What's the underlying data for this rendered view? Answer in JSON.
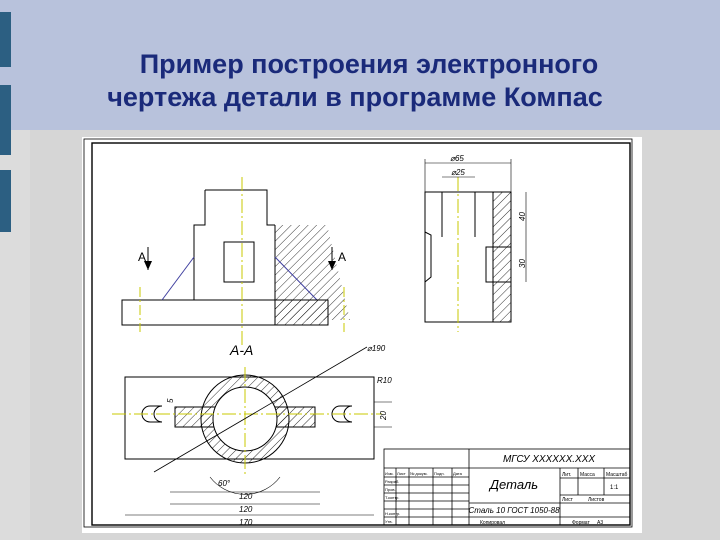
{
  "slide": {
    "title_line1": "Пример построения электронного",
    "title_line2": "чертежа детали в программе Компас"
  },
  "drawing": {
    "section_label": "А-А",
    "section_marker_left": "А",
    "section_marker_right": "А",
    "dim_d65": "⌀65",
    "dim_d25": "⌀25",
    "dim_40": "40",
    "dim_30": "30",
    "dim_d190": "⌀190",
    "dim_r10": "R10",
    "dim_5": "5",
    "dim_20": "20",
    "dim_60deg": "60°",
    "dim_120a": "120",
    "dim_120b": "120",
    "dim_170": "170",
    "stamp": {
      "doc_code": "МГСУ ХХХХХХ.ХХХ",
      "part_name": "Деталь",
      "material": "Сталь 10  ГОСТ 1050-88",
      "lit": "Лит.",
      "mass": "Масса",
      "scale_hdr": "Масштаб",
      "scale": "1:1",
      "sheet": "Лист",
      "sheets": "Листов",
      "copied": "Копировал",
      "format": "Формат",
      "format_val": "А3",
      "row_izm": "Изм.",
      "row_list": "Лист",
      "row_doc": "№ докум.",
      "row_sign": "Подп.",
      "row_date": "Дата",
      "row_razrab": "Разраб.",
      "row_prov": "Пров.",
      "row_tkontr": "Т.контр.",
      "row_nkontr": "Н.контр.",
      "row_utv": "Утв."
    }
  }
}
